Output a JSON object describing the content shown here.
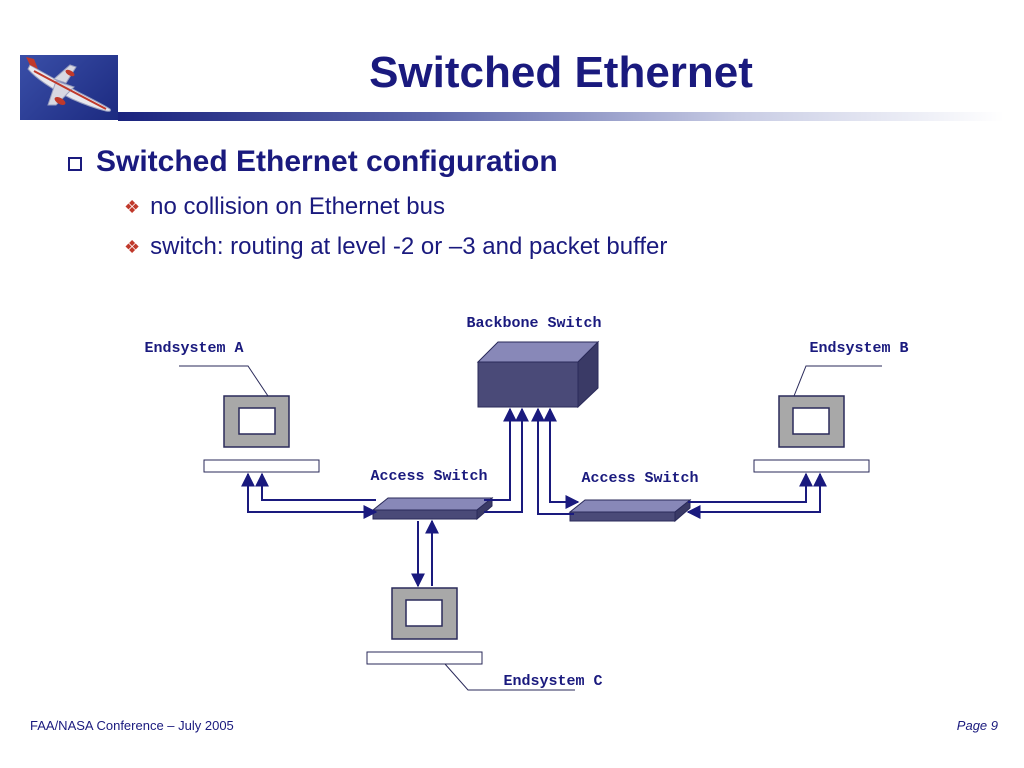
{
  "title": "Switched Ethernet",
  "bullets": {
    "main": "Switched Ethernet configuration",
    "sub": [
      "no collision on Ethernet bus",
      "switch: routing at level -2 or –3 and packet buffer"
    ]
  },
  "diagram": {
    "backbone_switch": "Backbone Switch",
    "access_switch_left": "Access Switch",
    "access_switch_right": "Access Switch",
    "endsystem_a": "Endsystem A",
    "endsystem_b": "Endsystem B",
    "endsystem_c": "Endsystem C"
  },
  "footer": {
    "left": "FAA/NASA Conference – July 2005",
    "right": "Page 9"
  },
  "colors": {
    "title": "#1a1a7e",
    "bullet_diamond": "#c0392b",
    "switch_fill": "#4a4a78",
    "computer_gray": "#a8a8a8"
  },
  "icons": {
    "logo": "airplane-icon",
    "main_bullet": "checkbox-bullet-icon",
    "sub_bullet": "diamond-bullet-icon"
  }
}
